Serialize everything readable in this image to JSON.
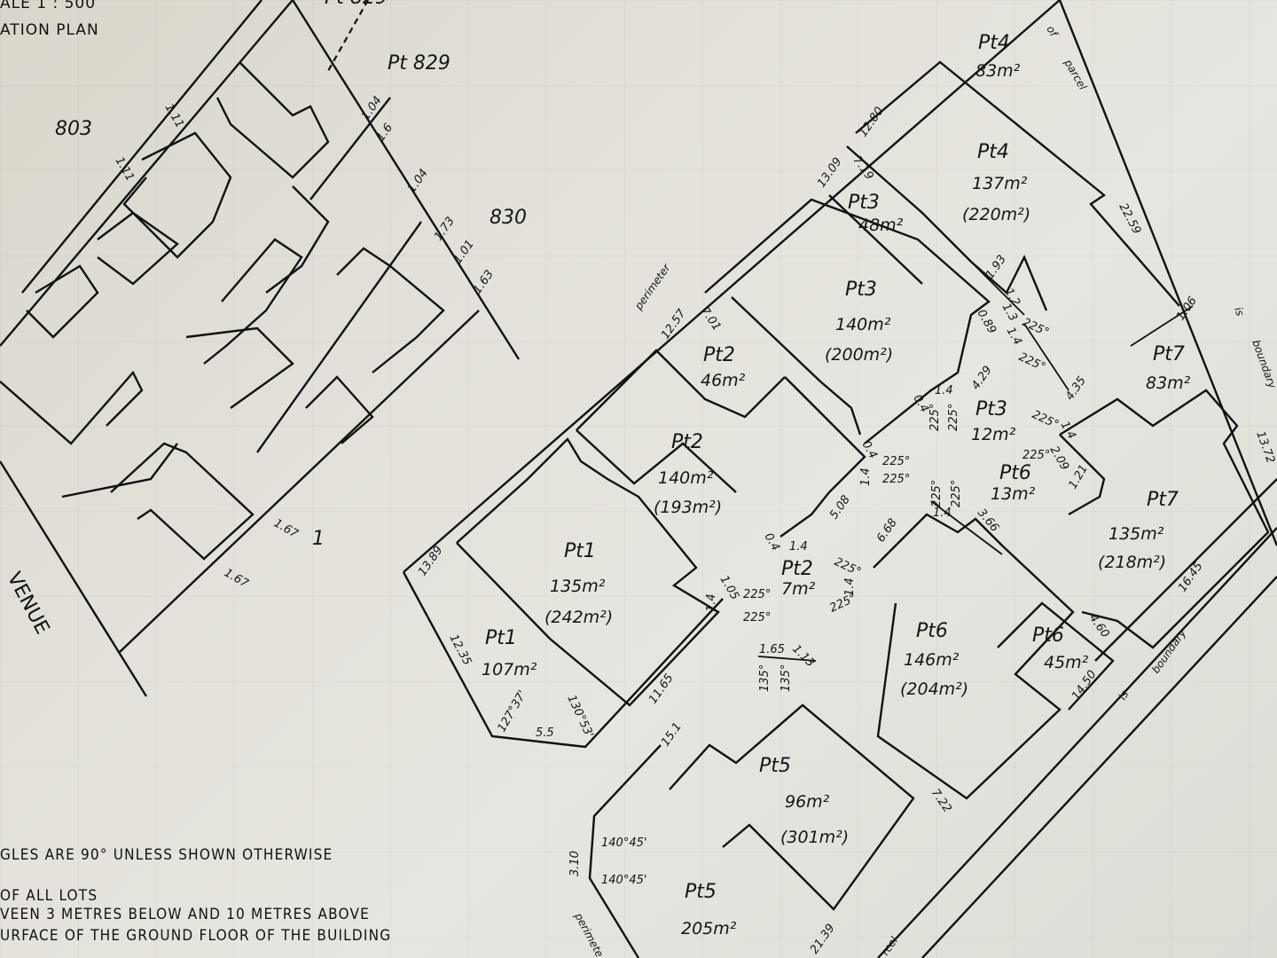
{
  "header": {
    "scale_fragment": "ALE   1 : 500",
    "plan_title_fragment": "ATION  PLAN"
  },
  "neighbours": {
    "pt829_top": "Pt 829",
    "pt829": "Pt 829",
    "lot803": "803",
    "lot830": "830",
    "lot1": "1",
    "street": "VENUE"
  },
  "left_dims": {
    "d1": "1.04",
    "d2": "1.6",
    "d3": "1.04",
    "d4": "1.73",
    "d5": "1.01",
    "d6": "1.63",
    "d7": "1.11",
    "d8": "1.11",
    "d9": "1.67",
    "d10": "1.67",
    "tick": "1"
  },
  "lots": [
    {
      "id": "pt4-upper",
      "name": "Pt4",
      "area": "83m2"
    },
    {
      "id": "pt4-main",
      "name": "Pt4",
      "area": "137m2",
      "total": "(220m2)"
    },
    {
      "id": "pt3-upper",
      "name": "Pt3",
      "area": "48m2"
    },
    {
      "id": "pt3-main",
      "name": "Pt3",
      "area": "140m2",
      "total": "(200m2)"
    },
    {
      "id": "pt3-small",
      "name": "Pt3",
      "area": "12m2"
    },
    {
      "id": "pt2-upper",
      "name": "Pt2",
      "area": "46m2"
    },
    {
      "id": "pt2-main",
      "name": "Pt2",
      "area": "140m2",
      "total": "(193m2)"
    },
    {
      "id": "pt2-small",
      "name": "Pt2",
      "area": "7m2"
    },
    {
      "id": "pt1-main",
      "name": "Pt1",
      "area": "135m2",
      "total": "(242m2)"
    },
    {
      "id": "pt1-yard",
      "name": "Pt1",
      "area": "107m2"
    },
    {
      "id": "pt7-upper",
      "name": "Pt7",
      "area": "83m2"
    },
    {
      "id": "pt7-main",
      "name": "Pt7",
      "area": "135m2",
      "total": "(218m2)"
    },
    {
      "id": "pt6-small",
      "name": "Pt6",
      "area": "13m2"
    },
    {
      "id": "pt6-main",
      "name": "Pt6",
      "area": "146m2",
      "total": "(204m2)"
    },
    {
      "id": "pt6-yard",
      "name": "Pt6",
      "area": "45m2"
    },
    {
      "id": "pt5-main",
      "name": "Pt5",
      "area": "96m2",
      "total": "(301m2)"
    },
    {
      "id": "pt5-yard",
      "name": "Pt5",
      "area": "205m2"
    }
  ],
  "dimensions": {
    "d_12_80": "12.80",
    "d_13_09": "13.09",
    "d_7_19": "7.19",
    "d_22_59": "22.59",
    "d_1_93": "1.93",
    "d_1_2": "1.2",
    "d_1_3": "1.3",
    "d_0_89": "0.89",
    "d_1_06": "1.06",
    "d_13_72": "13.72",
    "d_4_35": "4.35",
    "d_4_29": "4.29",
    "d_12_57": "12.57",
    "d_7_01": "7.01",
    "d_5_08": "5.08",
    "d_0_4a": "0.4",
    "d_0_4b": "0.4",
    "d_0_4c": "0.4",
    "d_1_4a": "1.4",
    "d_1_4b": "1.4",
    "d_1_4c": "1.4",
    "d_1_4d": "1.4",
    "d_1_4e": "1.4",
    "d_1_4f": "1.4",
    "d_1_4g": "1.4",
    "d_2_09": "2.09",
    "d_1_21": "1.21",
    "d_3_66": "3.66",
    "d_6_68": "6.68",
    "d_1_05": "1.05",
    "d_13_89": "13.89",
    "d_12_35": "12.35",
    "d_5_5": "5.5",
    "d_11_65": "11.65",
    "d_1_65": "1.65",
    "d_1_13": "1.13",
    "d_15_1": "15.1",
    "d_16_45": "16.45",
    "d_4_60": "4.60",
    "d_14_50": "14.50",
    "d_7_22": "7.22",
    "d_3_10": "3.10",
    "d_21_39": "21.39"
  },
  "angles": {
    "a225": "225°",
    "a135": "135°",
    "a127": "127°37'",
    "a130": "130°53'",
    "a140a": "140°45'",
    "a140b": "140°45'"
  },
  "boundary_words": {
    "of": "of",
    "parcel_top": "parcel",
    "is_right": "is",
    "boundary_right": "boundary",
    "is_lower": "is",
    "boundary_lower": "boundary",
    "perimeter_top": "perimeter",
    "perimeter_bottom": "perimete",
    "parcel_bottom": "rcel"
  },
  "notes": {
    "line1": "GLES ARE 90° UNLESS SHOWN OTHERWISE",
    "line2": " OF ALL LOTS",
    "line3": "VEEN 3 METRES BELOW AND 10 METRES ABOVE",
    "line4": "URFACE OF THE GROUND FLOOR OF THE BUILDING"
  },
  "colors": {
    "paper": "#e3e1d9",
    "ink": "#111111"
  }
}
